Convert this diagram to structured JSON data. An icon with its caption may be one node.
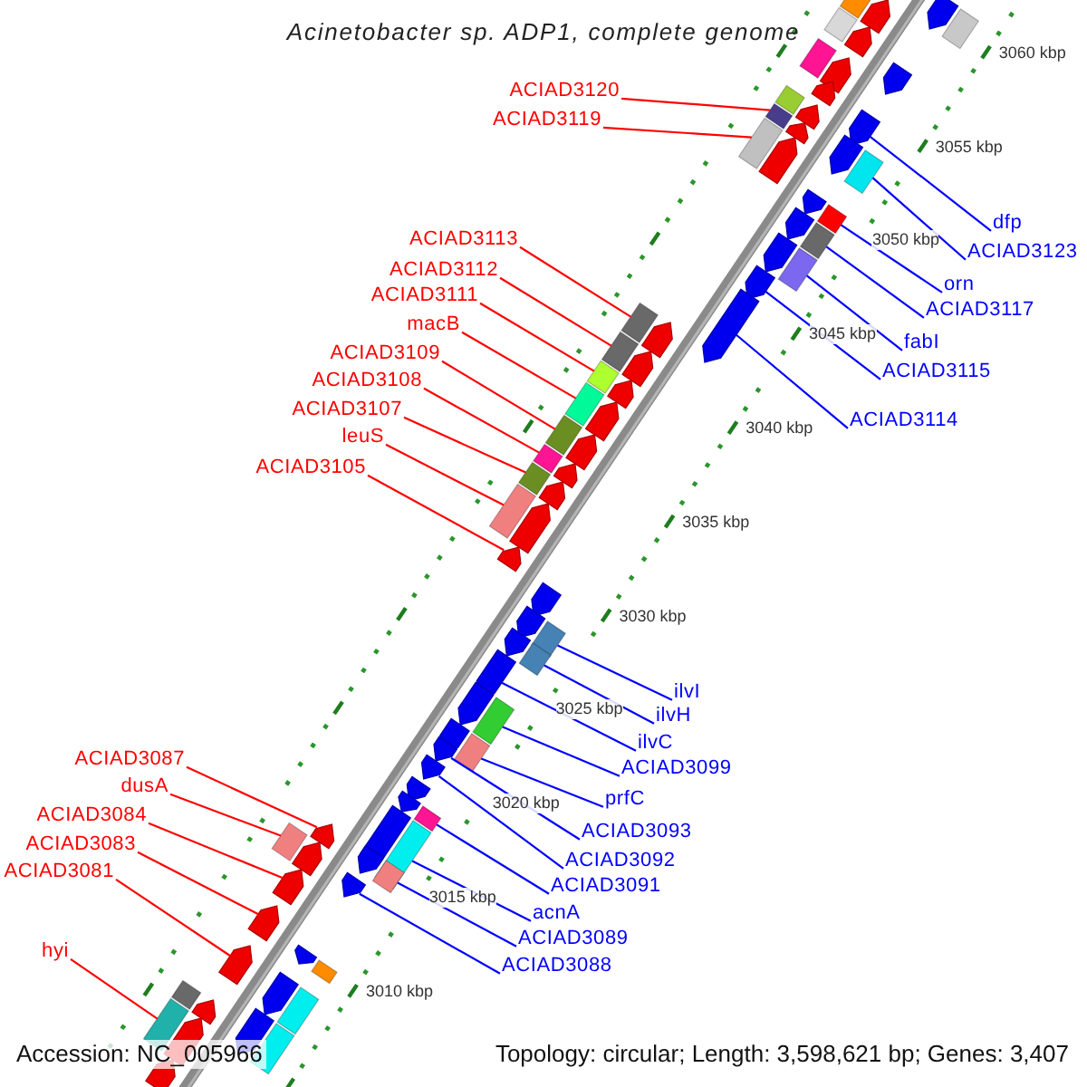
{
  "diagram": {
    "title": "Acinetobacter sp. ADP1, complete genome",
    "nodes": [
      {
        "text": [
          "ACIAD3120"
        ]
      },
      {
        "text": [
          "ACIAD3119"
        ]
      },
      {
        "text": [
          "dfp"
        ]
      },
      {
        "text": [
          "ACIAD3113"
        ]
      },
      {
        "text": [
          "ACIAD3123"
        ]
      },
      {
        "text": [
          "ACIAD3112"
        ]
      },
      {
        "text": [
          "orn"
        ]
      },
      {
        "text": [
          "ACIAD3111"
        ]
      },
      {
        "text": [
          "ACIAD3117"
        ]
      },
      {
        "text": [
          "macB"
        ]
      },
      {
        "text": [
          "fabI"
        ]
      },
      {
        "text": [
          "ACIAD3109"
        ]
      },
      {
        "text": [
          "ACIAD3115"
        ]
      },
      {
        "text": [
          "ACIAD3108"
        ]
      },
      {
        "text": [
          "ACIAD3107"
        ]
      },
      {
        "text": [
          "ACIAD3114"
        ]
      },
      {
        "text": [
          "leuS"
        ]
      },
      {
        "text": [
          "ACIAD3105"
        ]
      },
      {
        "text": [
          "ilvI"
        ]
      },
      {
        "text": [
          "ilvH"
        ]
      },
      {
        "text": [
          "ilvC"
        ]
      },
      {
        "text": [
          "ACIAD3087"
        ]
      },
      {
        "text": [
          "ACIAD3099"
        ]
      },
      {
        "text": [
          "dusA"
        ]
      },
      {
        "text": [
          "prfC"
        ]
      },
      {
        "text": [
          "ACIAD3084"
        ]
      },
      {
        "text": [
          "ACIAD3093"
        ]
      },
      {
        "text": [
          "ACIAD3083"
        ]
      },
      {
        "text": [
          "ACIAD3092"
        ]
      },
      {
        "text": [
          "ACIAD3081"
        ]
      },
      {
        "text": [
          "ACIAD3091"
        ]
      },
      {
        "text": [
          "acnA"
        ]
      },
      {
        "text": [
          "ACIAD3089"
        ]
      },
      {
        "text": [
          "hyi"
        ]
      },
      {
        "text": [
          "ACIAD3088"
        ]
      },
      {
        "text": [],
        "shape": "pentagon"
      },
      {
        "text": [],
        "shape": "box"
      },
      {
        "text": [],
        "shape": "pentagon"
      },
      {
        "text": [],
        "shape": "pentagon"
      },
      {
        "text": [],
        "shape": "pentagon"
      },
      {
        "text": [],
        "shape": "box"
      },
      {
        "text": [],
        "shape": "pentagon"
      },
      {
        "text": [],
        "shape": "box"
      },
      {
        "text": [],
        "shape": "pentagon"
      },
      {
        "text": [],
        "shape": "box"
      },
      {
        "text": [],
        "shape": "pentagon"
      },
      {
        "text": [],
        "shape": "box"
      },
      {
        "text": [],
        "shape": "pentagon"
      },
      {
        "text": [],
        "shape": "pentagon"
      },
      {
        "text": [],
        "shape": "pentagon"
      },
      {
        "text": [],
        "shape": "pentagon"
      },
      {
        "text": [],
        "shape": "box"
      },
      {
        "text": [],
        "shape": "pentagon"
      },
      {
        "text": [],
        "shape": "box"
      },
      {
        "text": [],
        "shape": "pentagon"
      },
      {
        "text": [],
        "shape": "pentagon"
      },
      {
        "text": [],
        "shape": "box"
      },
      {
        "text": [],
        "shape": "pentagon"
      },
      {
        "text": [],
        "shape": "box"
      },
      {
        "text": [],
        "shape": "pentagon"
      },
      {
        "text": [],
        "shape": "pentagon"
      },
      {
        "text": [],
        "shape": "pentagon"
      },
      {
        "text": [],
        "shape": "pentagon"
      },
      {
        "text": [],
        "shape": "box"
      },
      {
        "text": [],
        "shape": "pentagon"
      },
      {
        "text": [],
        "shape": "box"
      },
      {
        "text": [],
        "shape": "pentagon"
      },
      {
        "text": [],
        "shape": "box"
      },
      {
        "text": [],
        "shape": "pentagon"
      },
      {
        "text": [],
        "shape": "pentagon"
      },
      {
        "text": [],
        "shape": "box"
      },
      {
        "text": [],
        "shape": "pentagon"
      },
      {
        "text": [],
        "shape": "box"
      },
      {
        "text": [],
        "shape": "pentagon"
      },
      {
        "text": [],
        "shape": "box"
      },
      {
        "text": [],
        "shape": "pentagon"
      },
      {
        "text": [],
        "shape": "box"
      },
      {
        "text": [],
        "shape": "pentagon"
      },
      {
        "text": [],
        "shape": "box"
      },
      {
        "text": [],
        "shape": "pentagon"
      },
      {
        "text": [],
        "shape": "box"
      },
      {
        "text": [],
        "shape": "pentagon"
      },
      {
        "text": [],
        "shape": "pentagon"
      },
      {
        "text": [],
        "shape": "box"
      },
      {
        "text": [],
        "shape": "pentagon"
      },
      {
        "text": [],
        "shape": "box"
      },
      {
        "text": [],
        "shape": "pentagon"
      },
      {
        "text": [],
        "shape": "box"
      },
      {
        "text": [],
        "shape": "pentagon"
      },
      {
        "text": [],
        "shape": "box"
      },
      {
        "text": [],
        "shape": "pentagon"
      },
      {
        "text": [],
        "shape": "box"
      },
      {
        "text": [],
        "shape": "pentagon"
      },
      {
        "text": [],
        "shape": "box"
      },
      {
        "text": [],
        "shape": "pentagon"
      },
      {
        "text": [],
        "shape": "box"
      },
      {
        "text": [],
        "shape": "pentagon"
      },
      {
        "text": [],
        "shape": "box"
      },
      {
        "text": [],
        "shape": "pentagon"
      },
      {
        "text": [],
        "shape": "box"
      },
      {
        "text": [],
        "shape": "pentagon"
      },
      {
        "text": [],
        "shape": "box"
      },
      {
        "text": [],
        "shape": "pentagon"
      },
      {
        "text": [],
        "shape": "box"
      },
      {
        "text": [],
        "shape": "pentagon"
      },
      {
        "text": [],
        "shape": "pentagon"
      },
      {
        "text": [],
        "shape": "pentagon"
      },
      {
        "text": [],
        "shape": "box"
      },
      {
        "text": [],
        "shape": "pentagon"
      },
      {
        "text": [],
        "shape": "pentagon"
      },
      {
        "text": [],
        "shape": "pentagon"
      },
      {
        "text": [],
        "shape": "pentagon"
      },
      {
        "text": [],
        "shape": "box"
      },
      {
        "text": [],
        "shape": "pentagon"
      },
      {
        "text": [],
        "shape": "box"
      },
      {
        "text": [],
        "shape": "pentagon"
      }
    ],
    "edges": [
      {
        "from": 0,
        "to": 85,
        "arrow": "none",
        "color": "#ff0000"
      },
      {
        "from": 1,
        "to": 87,
        "arrow": "none",
        "color": "#ff0000"
      },
      {
        "from": 2,
        "to": 38,
        "arrow": "none"
      },
      {
        "from": 3,
        "to": 89,
        "arrow": "none",
        "color": "#ff0000"
      },
      {
        "from": 4,
        "to": 40,
        "arrow": "none"
      },
      {
        "from": 5,
        "to": 91,
        "arrow": "none",
        "color": "#ff0000"
      },
      {
        "from": 6,
        "to": 42,
        "arrow": "none"
      },
      {
        "from": 7,
        "to": 93,
        "arrow": "none",
        "color": "#ff0000"
      },
      {
        "from": 8,
        "to": 44,
        "arrow": "none"
      },
      {
        "from": 9,
        "to": 95,
        "arrow": "none",
        "color": "#ff0000"
      },
      {
        "from": 10,
        "to": 46,
        "arrow": "none"
      },
      {
        "from": 11,
        "to": 97,
        "arrow": "none",
        "color": "#ff0000"
      },
      {
        "from": 12,
        "to": 47,
        "arrow": "none"
      },
      {
        "from": 13,
        "to": 99,
        "arrow": "none",
        "color": "#ff0000"
      },
      {
        "from": 14,
        "to": 101,
        "arrow": "none",
        "color": "#ff0000"
      },
      {
        "from": 15,
        "to": 48,
        "arrow": "none"
      },
      {
        "from": 16,
        "to": 103,
        "arrow": "none",
        "color": "#ff0000"
      },
      {
        "from": 17,
        "to": 104,
        "arrow": "none",
        "color": "#ff0000"
      },
      {
        "from": 18,
        "to": 51,
        "arrow": "none"
      },
      {
        "from": 19,
        "to": 53,
        "arrow": "none"
      },
      {
        "from": 20,
        "to": 54,
        "arrow": "none"
      },
      {
        "from": 21,
        "to": 105,
        "arrow": "none",
        "color": "#ff0000"
      },
      {
        "from": 22,
        "to": 56,
        "arrow": "none"
      },
      {
        "from": 23,
        "to": 107,
        "arrow": "none",
        "color": "#ff0000"
      },
      {
        "from": 24,
        "to": 58,
        "arrow": "none"
      },
      {
        "from": 25,
        "to": 108,
        "arrow": "none",
        "color": "#ff0000"
      },
      {
        "from": 26,
        "to": 59,
        "arrow": "none"
      },
      {
        "from": 27,
        "to": 109,
        "arrow": "none",
        "color": "#ff0000"
      },
      {
        "from": 28,
        "to": 60,
        "arrow": "none"
      },
      {
        "from": 29,
        "to": 110,
        "arrow": "none",
        "color": "#ff0000"
      },
      {
        "from": 30,
        "to": 63,
        "arrow": "none"
      },
      {
        "from": 31,
        "to": 65,
        "arrow": "none"
      },
      {
        "from": 32,
        "to": 67,
        "arrow": "none"
      },
      {
        "from": 33,
        "to": 114,
        "arrow": "none",
        "color": "#ff0000"
      },
      {
        "from": 34,
        "to": 68,
        "arrow": "none"
      }
    ],
    "labels": [
      "3060 kbp",
      "3055 kbp",
      "3050 kbp",
      "3045 kbp",
      "3040 kbp",
      "3035 kbp",
      "3030 kbp",
      "3025 kbp",
      "3020 kbp",
      "3015 kbp",
      "3010 kbp",
      "Accession: NC_005966",
      "Topology: circular; Length: 3,598,621 bp; Genes: 3,407"
    ]
  }
}
